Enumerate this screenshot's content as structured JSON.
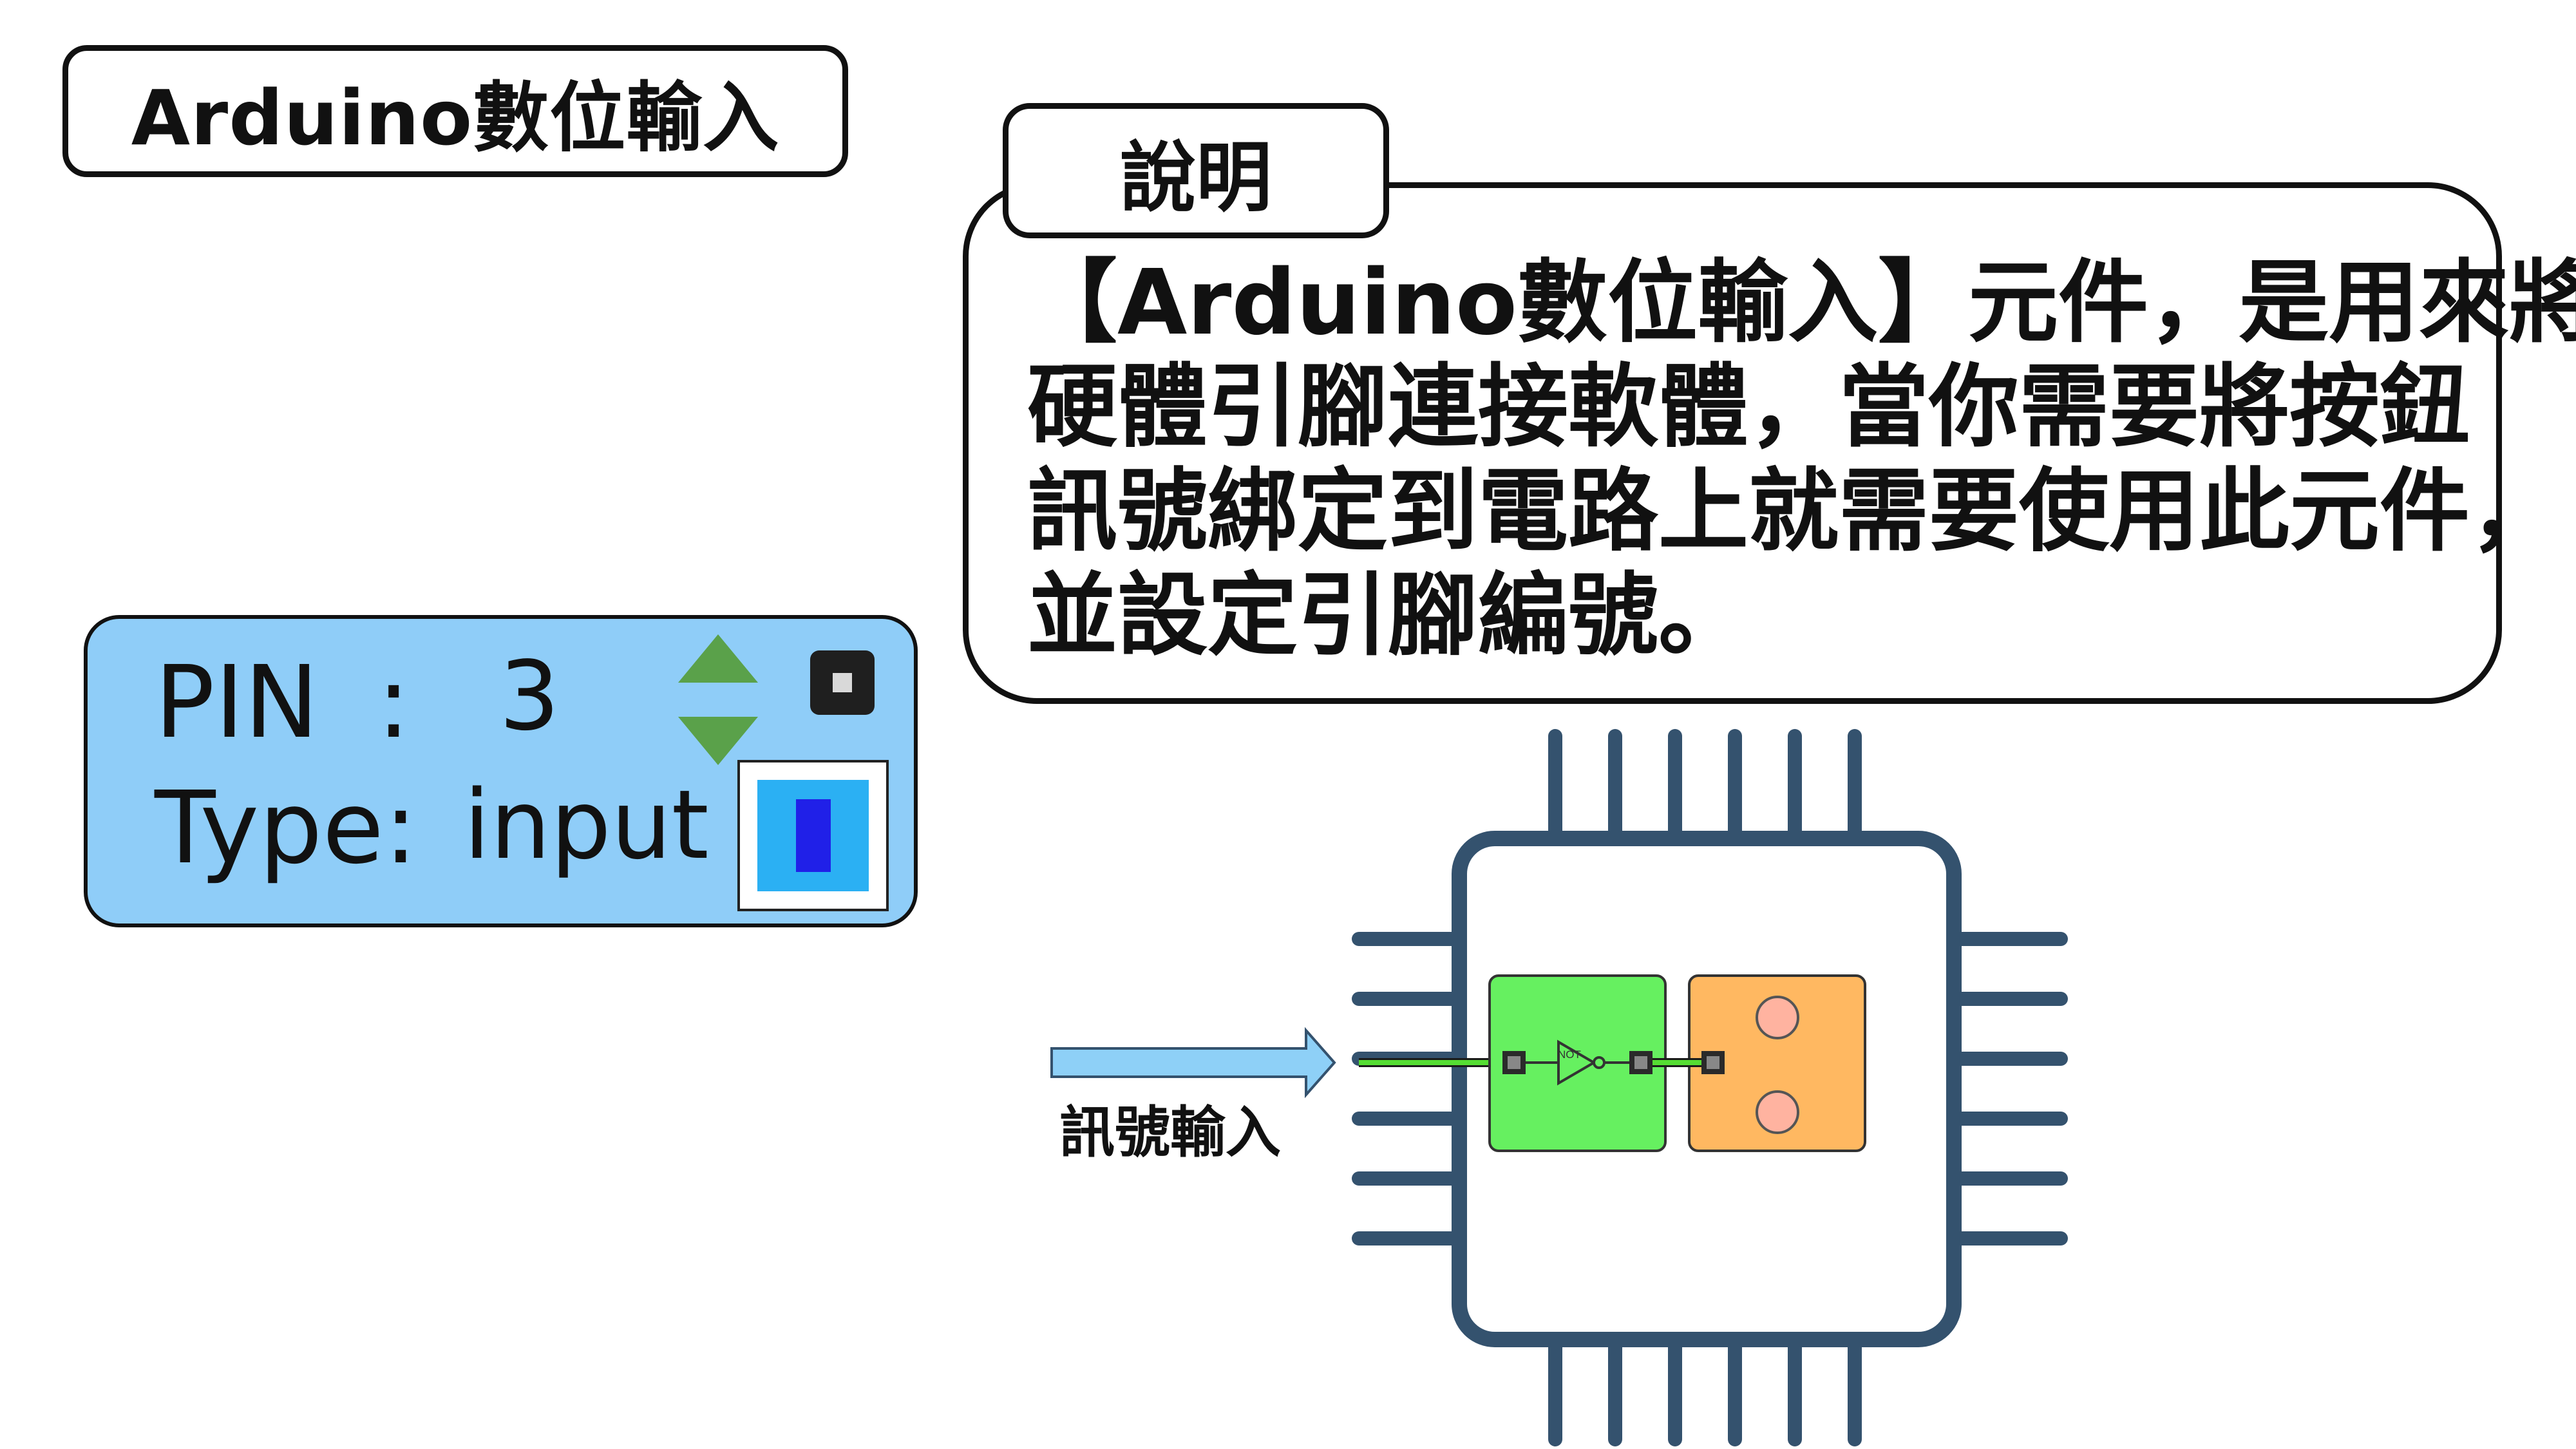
{
  "title": "Arduino數位輸入",
  "explanation": {
    "tab_label": "說明",
    "lines": [
      "【Arduino數位輸入】元件，是用來將",
      "硬體引腳連接軟體，當你需要將按鈕",
      "訊號綁定到電路上就需要使用此元件，",
      "並設定引腳編號。"
    ]
  },
  "pin_panel": {
    "pin_label": "PIN",
    "pin_colon": ":",
    "pin_value": "3",
    "type_label": "Type:",
    "type_value": "input",
    "colors": {
      "background": "#8fcdf8",
      "arrows": "#5aa14a",
      "indicator": "#2bb0f3",
      "indicator_bar": "#2020e8"
    }
  },
  "chip": {
    "signal_label": "訊號輸入",
    "not_gate_label": "NOT",
    "colors": {
      "frame": "#34526e",
      "input_block": "#66f060",
      "output_block": "#ffb861",
      "wire": "#55dd33",
      "arrow": "#8ed0f7"
    }
  }
}
